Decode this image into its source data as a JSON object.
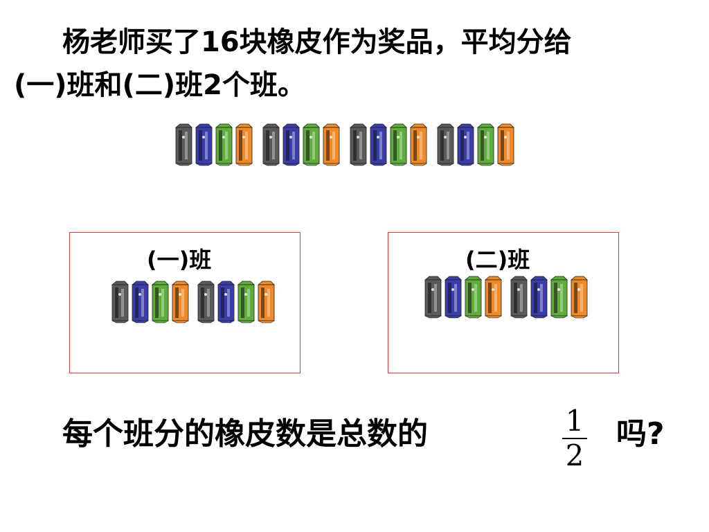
{
  "problem": {
    "line1": "杨老师买了16块橡皮作为奖品，平均分给",
    "line2": "(一)班和(二)班2个班。"
  },
  "classes": [
    {
      "label": "(一)班",
      "eraser_count": 8
    },
    {
      "label": "(二)班",
      "eraser_count": 8
    }
  ],
  "total_erasers": 16,
  "eraser_colors": [
    "#5a5a5a",
    "#3b3ea8",
    "#5fae3c",
    "#ee8a2a"
  ],
  "question": {
    "text": "每个班分的橡皮数是总数的",
    "numerator": "1",
    "denominator": "2",
    "end": "吗?"
  },
  "box_border_color": "#d83a3a"
}
